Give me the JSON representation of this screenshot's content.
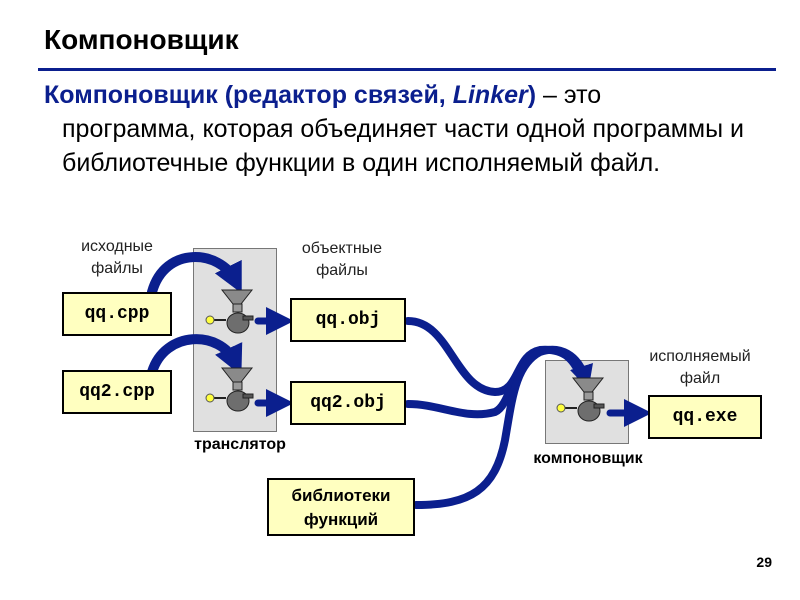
{
  "slide": {
    "title": "Компоновщик",
    "page_number": "29"
  },
  "bullet": {
    "lead": "Компоновщик (редактор связей, ",
    "lead_italic": "Linker",
    "lead_close": ")",
    "rest_first": " – это",
    "body": "программа, которая объединяет части одной программы и библиотечные функции в один исполняемый файл."
  },
  "labels": {
    "source_files": "исходные файлы",
    "object_files": "объектные файлы",
    "executable_file": "исполняемый файл",
    "translator": "транслятор",
    "linker": "компоновщик"
  },
  "files": {
    "src1": "qq.cpp",
    "src2": "qq2.cpp",
    "obj1": "qq.obj",
    "obj2": "qq2.obj",
    "exe": "qq.exe",
    "lib": "библиотеки функций"
  },
  "colors": {
    "accent": "#0b1f8e",
    "file_fill": "#ffffc0",
    "panel_fill": "#e0e0e0"
  },
  "icons": [
    "grinder-icon",
    "grinder-icon",
    "grinder-icon"
  ]
}
